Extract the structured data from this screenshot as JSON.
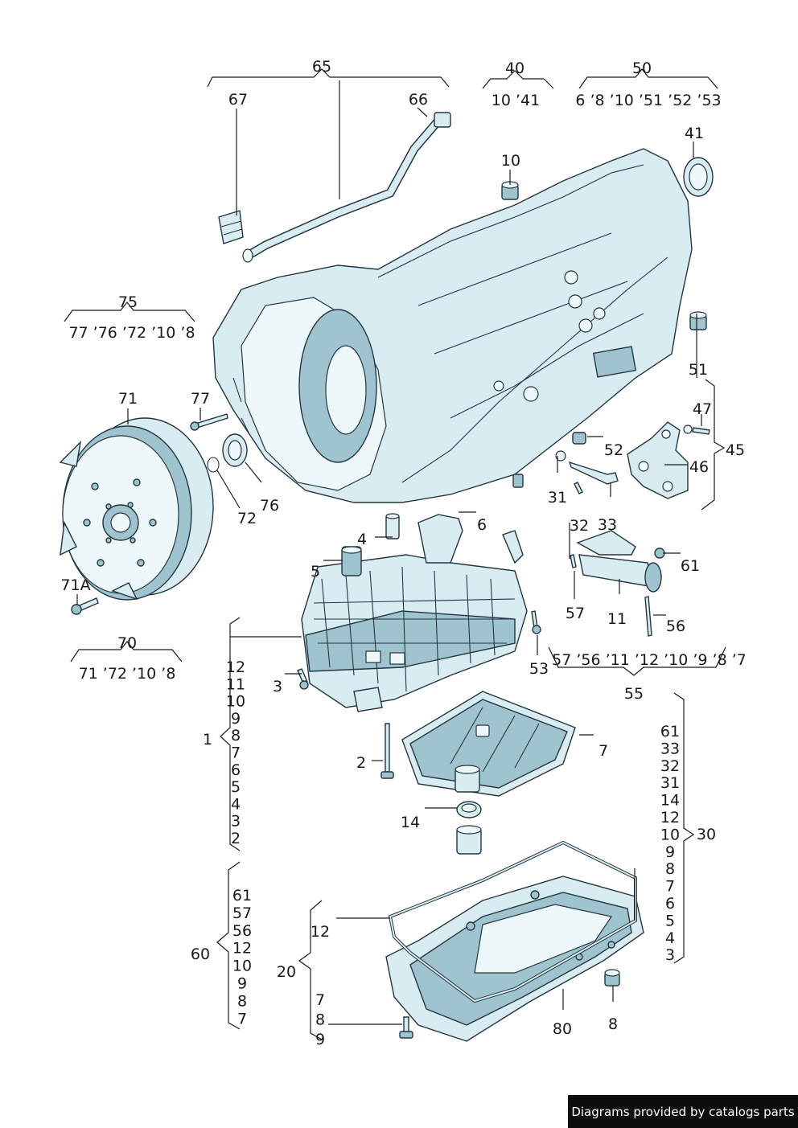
{
  "credit": "Diagrams provided by catalogs parts",
  "labels": {
    "l65": "65",
    "l67": "67",
    "l66": "66",
    "l40": "40",
    "l40_sub": "10 ’41",
    "l50": "50",
    "l50_sub": "6 ’8 ’10 ’51 ’52  ’53",
    "l41": "41",
    "l10": "10",
    "l75": "75",
    "l75_sub": "77 ’76  ’72  ’10 ’8",
    "l71": "71",
    "l77": "77",
    "l72": "72",
    "l76": "76",
    "l71A": "71A",
    "l70": "70",
    "l70_sub": "71 ’72   ’10 ’8",
    "l51": "51",
    "l47": "47",
    "l52": "52",
    "l45": "45",
    "l46": "46",
    "l31": "31",
    "l32": "32",
    "l33": "33",
    "l6": "6",
    "l4": "4",
    "l5": "5",
    "l61": "61",
    "l57": "57",
    "l11": "11",
    "l56": "56",
    "l53": "53",
    "l55_sub": "57  ’56   ’11 ’12 ’10 ’9 ’8 ’7",
    "l55": "55",
    "l3": "3",
    "l2": "2",
    "l7": "7",
    "l14": "14",
    "l1": "1",
    "l12b": "12",
    "l20": "20",
    "l60": "60",
    "l30": "30",
    "l80": "80",
    "l8": "8"
  },
  "list_1": [
    "12",
    "11",
    "10",
    "9",
    "8",
    "7",
    "6",
    "5",
    "4",
    "3",
    "2"
  ],
  "list_30": [
    "61",
    "33",
    "32",
    "31",
    "14",
    "12",
    "10",
    "9",
    "8",
    "7",
    "6",
    "5",
    "4",
    "3"
  ],
  "list_60": [
    "61",
    "57",
    "56",
    "12",
    "10",
    "9",
    "8",
    "7"
  ],
  "list_20": [
    "7",
    "8",
    "9"
  ]
}
